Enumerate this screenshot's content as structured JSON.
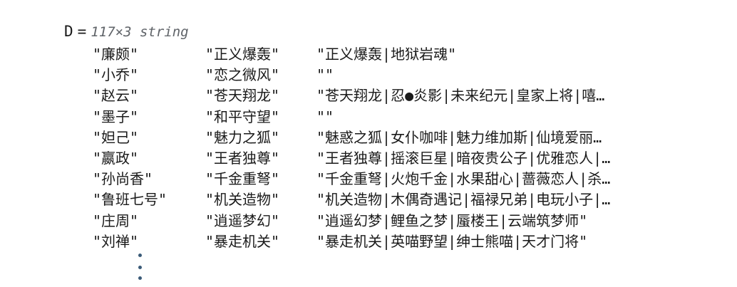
{
  "output": {
    "variable": "D",
    "equals": "=",
    "dimensions": "117×3 string",
    "rows": [
      [
        "\"廉颇\"",
        "\"正义爆轰\"",
        "\"正义爆轰|地狱岩魂\""
      ],
      [
        "\"小乔\"",
        "\"恋之微风\"",
        "\"\""
      ],
      [
        "\"赵云\"",
        "\"苍天翔龙\"",
        "\"苍天翔龙|忍●炎影|未来纪元|皇家上将|嘻…"
      ],
      [
        "\"墨子\"",
        "\"和平守望\"",
        "\"\""
      ],
      [
        "\"妲己\"",
        "\"魅力之狐\"",
        "\"魅惑之狐|女仆咖啡|魅力维加斯|仙境爱丽…"
      ],
      [
        "\"嬴政\"",
        "\"王者独尊\"",
        "\"王者独尊|摇滚巨星|暗夜贵公子|优雅恋人|…"
      ],
      [
        "\"孙尚香\"",
        "\"千金重弩\"",
        "\"千金重弩|火炮千金|水果甜心|蔷薇恋人|杀…"
      ],
      [
        "\"鲁班七号\"",
        "\"机关造物\"",
        "\"机关造物|木偶奇遇记|福禄兄弟|电玩小子|…"
      ],
      [
        "\"庄周\"",
        "\"逍遥梦幻\"",
        "\"逍遥幻梦|鲤鱼之梦|蜃楼王|云端筑梦师\""
      ],
      [
        "\"刘禅\"",
        "\"暴走机关\"",
        "\"暴走机关|英喵野望|绅士熊喵|天才门将\""
      ]
    ]
  }
}
